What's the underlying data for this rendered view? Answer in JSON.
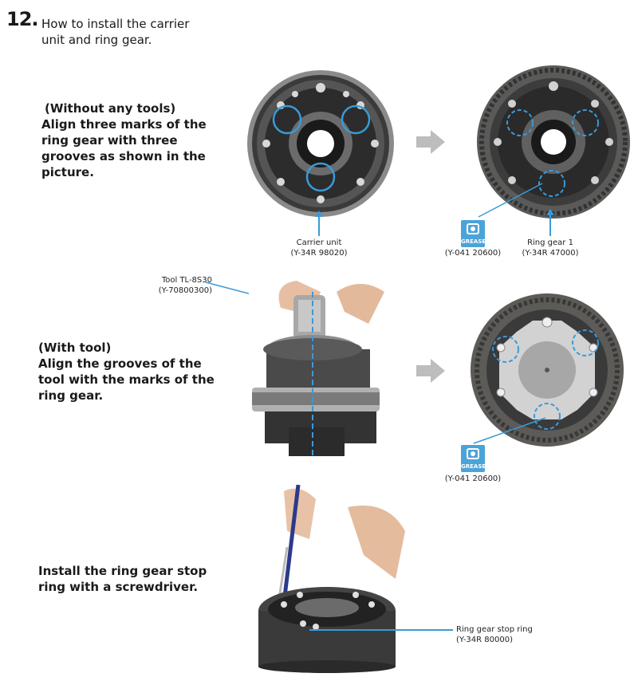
{
  "step": {
    "number": "12.",
    "title_line1": "How to install the carrier",
    "title_line2": "unit and ring gear."
  },
  "section1": {
    "instruction": [
      "(Without any tools)",
      "Align three marks of the",
      "ring gear with three",
      "grooves as shown in the",
      "picture."
    ],
    "carrier_label": "Carrier unit",
    "carrier_code": "(Y-34R 98020)",
    "grease_badge": "GREASE",
    "grease_code": "(Y-041 20600)",
    "ring_label": "Ring gear 1",
    "ring_code": "(Y-34R 47000)"
  },
  "section2": {
    "instruction": [
      "(With tool)",
      "Align the grooves of the",
      "tool with the marks of the",
      "ring gear."
    ],
    "tool_label": "Tool TL-8S30",
    "tool_code": "(Y-70800300)",
    "grease_badge": "GREASE",
    "grease_code": "(Y-041 20600)"
  },
  "section3": {
    "instruction": [
      "Install the ring gear stop",
      "ring with a screwdriver."
    ],
    "stop_label": "Ring gear stop ring",
    "stop_code": "(Y-34R 80000)"
  },
  "colors": {
    "accent_blue": "#3a9ad9",
    "arrow_gray": "#bdbdbd",
    "text": "#1a1a1a"
  }
}
